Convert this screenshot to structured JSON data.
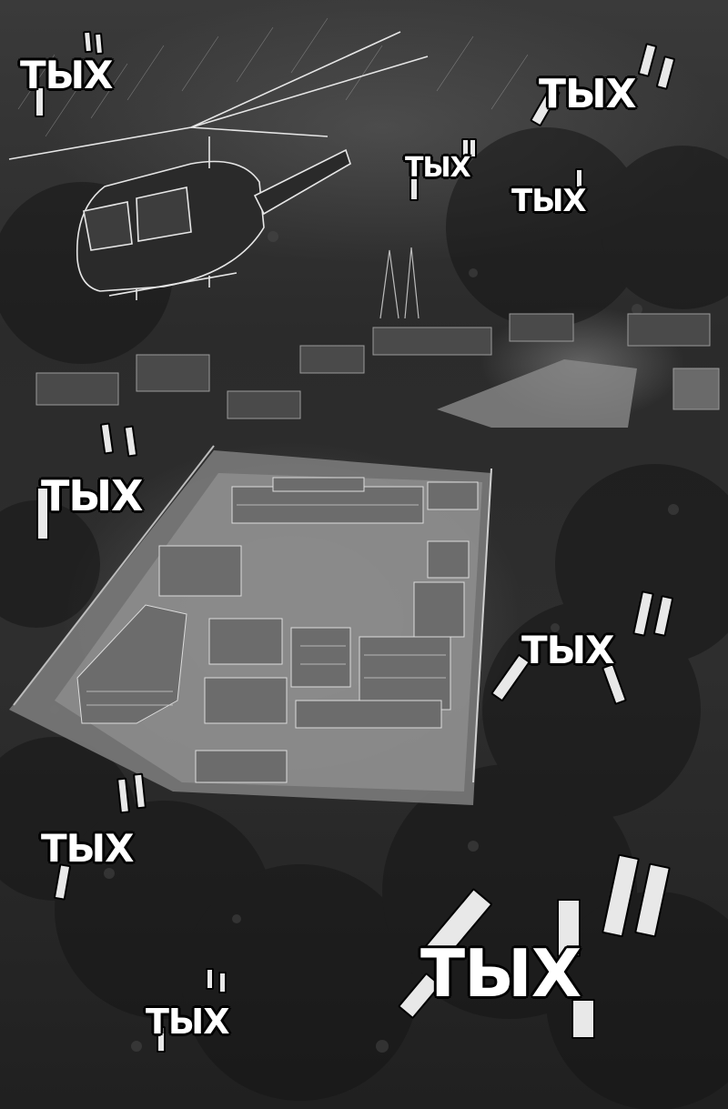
{
  "sound_effects": [
    {
      "text": "ТЫХ"
    },
    {
      "text": "ТЫХ"
    },
    {
      "text": "ТЫХ"
    },
    {
      "text": "ТЫХ"
    },
    {
      "text": "ТЫХ"
    },
    {
      "text": "ТЫХ"
    },
    {
      "text": "ТЫХ"
    },
    {
      "text": "ТЫХ"
    },
    {
      "text": "ТЫХ"
    }
  ]
}
